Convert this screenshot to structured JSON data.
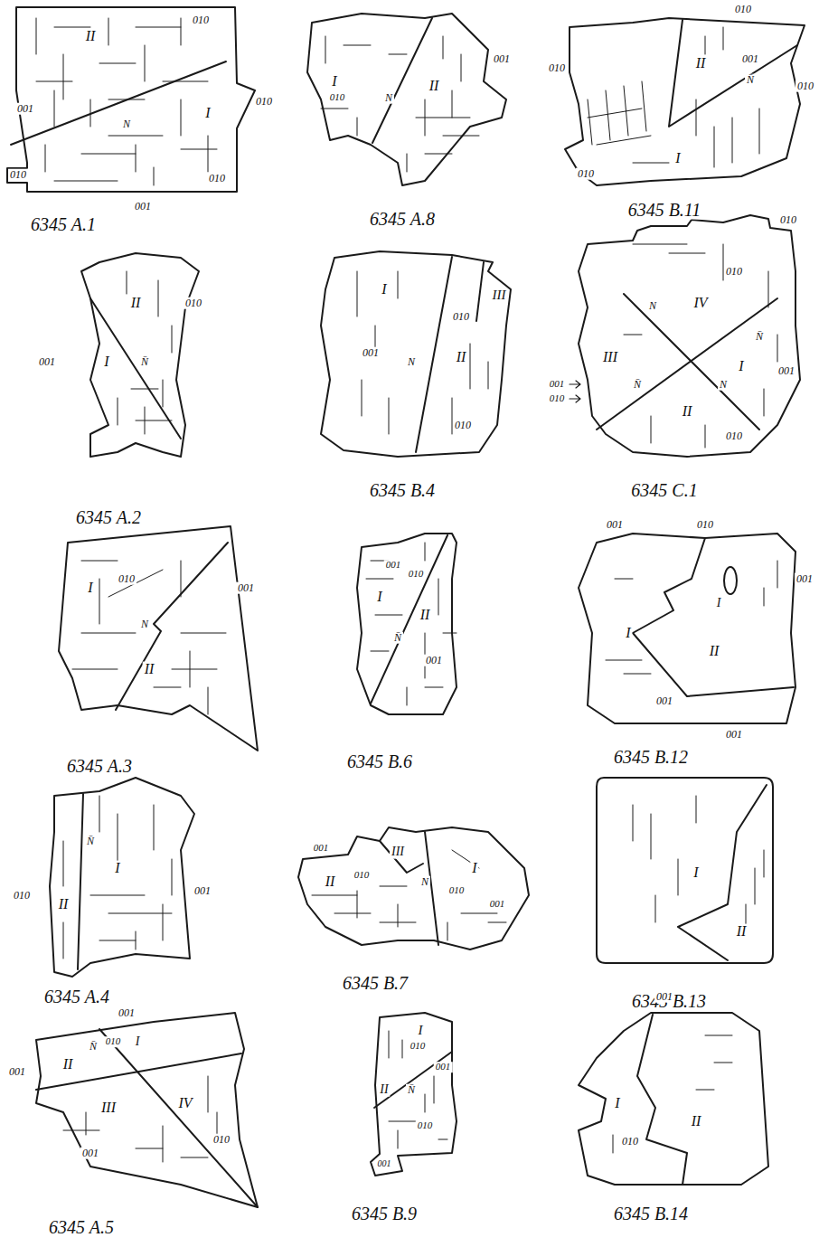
{
  "diagram": {
    "labels": [
      "II",
      "010",
      "001",
      "N",
      "I",
      "010",
      "010",
      "010",
      "001",
      "6345 A.1",
      "I",
      "010",
      "N",
      "II",
      "001",
      "6345 A.8",
      "010",
      "II",
      "001",
      "N̄",
      "010",
      "010",
      "I",
      "010",
      "6345 B.11",
      "II",
      "010",
      "001",
      "I",
      "N̄",
      "6345 A.2",
      "I",
      "001",
      "N",
      "010",
      "III",
      "II",
      "010",
      "6345 B.4",
      "010",
      "010",
      "IV",
      "N",
      "N̄",
      "III",
      "001",
      "N̄",
      "I",
      "N",
      "001",
      "010",
      "II",
      "010",
      "6345 C.1",
      "I",
      "010",
      "N",
      "001",
      "II",
      "6345 A.3",
      "001",
      "I",
      "010",
      "II",
      "N̄",
      "001",
      "6345 B.6",
      "001",
      "010",
      "001",
      "I",
      "I",
      "II",
      "001",
      "001",
      "6345 B.12",
      "N̄",
      "010",
      "I",
      "001",
      "II",
      "6345 A.4",
      "001",
      "III",
      "II",
      "010",
      "N",
      "I",
      "010",
      "001",
      "6345 B.7",
      "I",
      "II",
      "6345 B.13",
      "001",
      "N̄",
      "010",
      "I",
      "001",
      "II",
      "III",
      "IV",
      "010",
      "001",
      "6345 A.5",
      "I",
      "010",
      "001",
      "II",
      "N̄",
      "010",
      "001",
      "6345 B.9",
      "001",
      "II",
      "I",
      "010",
      "6345 B.14"
    ]
  }
}
